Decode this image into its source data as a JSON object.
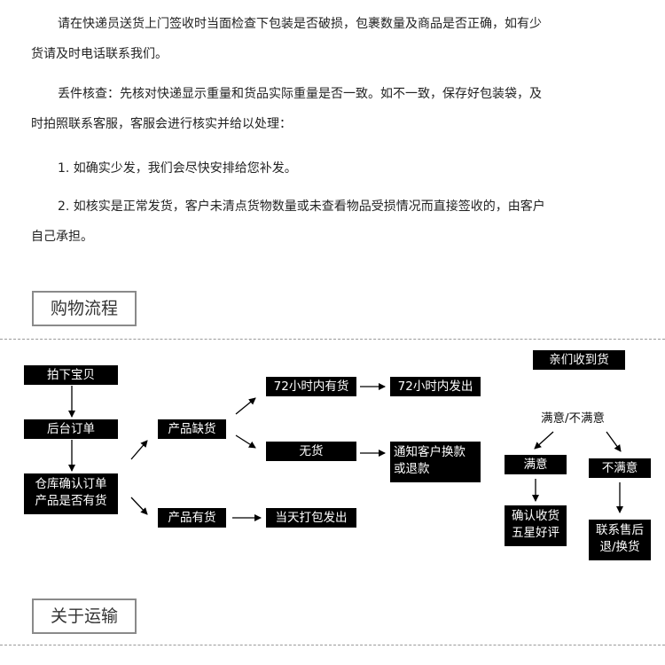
{
  "paragraphs": [
    {
      "line1": "请在快递员送货上门签收时当面检查下包装是否破损，包裹数量及商品是否正确，如有少",
      "line2": "货请及时电话联系我们。"
    },
    {
      "line1": "丢件核查：先核对快递显示重量和货品实际重量是否一致。如不一致，保存好包装袋，及",
      "line2": "时拍照联系客服，客服会进行核实并给以处理："
    },
    {
      "line1": "1. 如确实少发，我们会尽快安排给您补发。"
    },
    {
      "line1": "2. 如核实是正常发货，客户未清点货物数量或未查看物品受损情况而直接签收的，由客户",
      "line2": "自己承担。"
    }
  ],
  "sections": {
    "shopping_process": "购物流程",
    "shipping": "关于运输"
  },
  "flow": {
    "bid": "拍下宝贝",
    "backend_order": "后台订单",
    "warehouse_line1": "仓库确认订单",
    "warehouse_line2": "产品是否有货",
    "out_of_stock": "产品缺货",
    "in_stock": "产品有货",
    "restock_72h": "72小时内有货",
    "ship_72h": "72小时内发出",
    "no_stock": "无货",
    "notify_line1": "通知客户换款",
    "notify_line2": "或退款",
    "pack_today": "当天打包发出",
    "received": "亲们收到货",
    "satisfaction": "满意/不满意",
    "satisfied": "满意",
    "unsatisfied": "不满意",
    "confirm_line1": "确认收货",
    "confirm_line2": "五星好评",
    "contact_line1": "联系售后",
    "contact_line2": "退/换货"
  }
}
